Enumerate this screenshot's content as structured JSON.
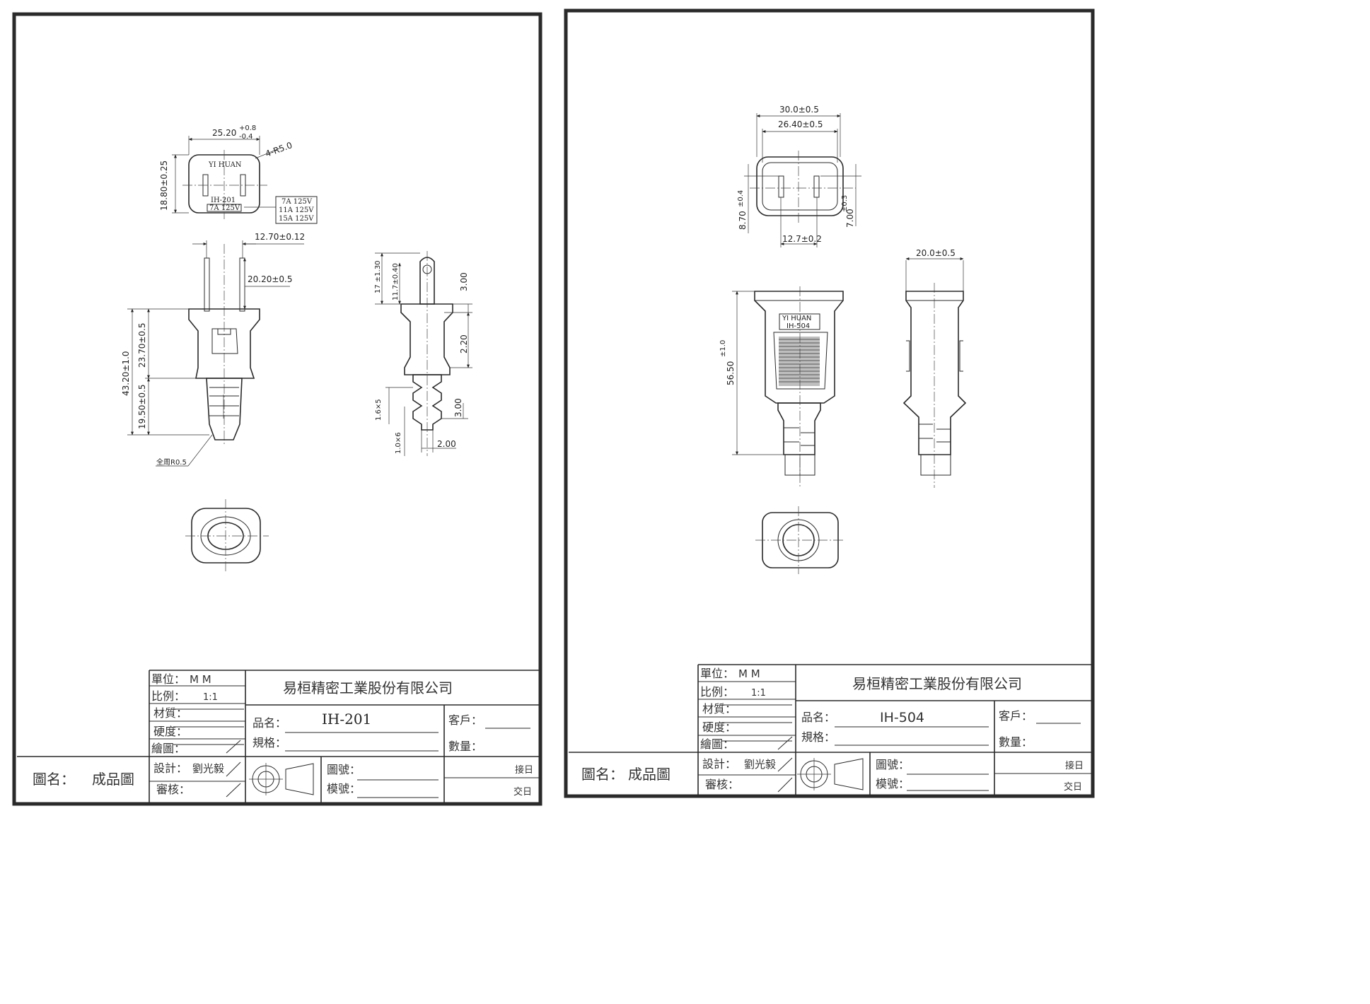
{
  "sheets": [
    {
      "part_label": "IH-201",
      "brand_text": "YI  HUAN",
      "rating_on_face": "7A 125V",
      "rating_options": [
        "7A 125V",
        "11A 125V",
        "15A 125V"
      ],
      "dimensions": {
        "width": "25.20",
        "width_tol_plus": "+0.8",
        "width_tol_minus": "-0.4",
        "corner_radius": "4-R5.0",
        "height": "18.80±0.25",
        "pin_pitch": "12.70±0.12",
        "pin_length": "20.20±0.5",
        "overall": "43.20±1.0",
        "body": "23.70±0.5",
        "strain_relief": "19.50±0.5",
        "fillet": "全周R0.5",
        "side_pin_a": "17 ±1.30",
        "side_pin_b": "11.7±0.40",
        "side_a": "3.00",
        "side_b": "2.20",
        "side_c": "3.00",
        "side_d": "2.00",
        "rib_a": "1.6×5",
        "rib_b": "1.0×6"
      },
      "title_block": {
        "unit_label": "單位：",
        "unit_value": "M    M",
        "scale_label": "比例：",
        "scale_value": "1:1",
        "material_label": "材質：",
        "hardness_label": "硬度：",
        "drawn_label": "繪圖：",
        "design_label": "設計：",
        "designer": "劉光毅",
        "review_label": "審核：",
        "company": "易桓精密工業股份有限公司",
        "product_label": "品名：",
        "product_value": "IH-201",
        "spec_label": "規格：",
        "customer_label": "客戶：",
        "quantity_label": "數量：",
        "drawing_no_label": "圖號：",
        "mold_no_label": "模號：",
        "receive_label": "接日",
        "deliver_label": "交日",
        "drawing_name_label": "圖名：",
        "drawing_name_value": "成品圖"
      }
    },
    {
      "part_label": "IH-504",
      "brand_text": "YI  HUAN",
      "dimensions": {
        "outer_width": "30.0±0.5",
        "inner_width": "26.40±0.5",
        "height": "8.70",
        "height_tol": "±0.4",
        "slot_depth": "7.00",
        "slot_depth_tol": "±0.3",
        "slot_pitch": "12.7±0.2",
        "side_width": "20.0±0.5",
        "length": "56.50",
        "length_tol": "±1.0"
      },
      "title_block": {
        "unit_label": "單位：",
        "unit_value": "M    M",
        "scale_label": "比例：",
        "scale_value": "1:1",
        "material_label": "材質：",
        "hardness_label": "硬度：",
        "drawn_label": "繪圖：",
        "design_label": "設計：",
        "designer": "劉光毅",
        "review_label": "審核：",
        "company": "易桓精密工業股份有限公司",
        "product_label": "品名：",
        "product_value": "IH-504",
        "spec_label": "規格：",
        "customer_label": "客戶：",
        "quantity_label": "數量：",
        "drawing_no_label": "圖號：",
        "mold_no_label": "模號：",
        "receive_label": "接日",
        "deliver_label": "交日",
        "drawing_name_label": "圖名：",
        "drawing_name_value": "成品圖"
      }
    }
  ]
}
